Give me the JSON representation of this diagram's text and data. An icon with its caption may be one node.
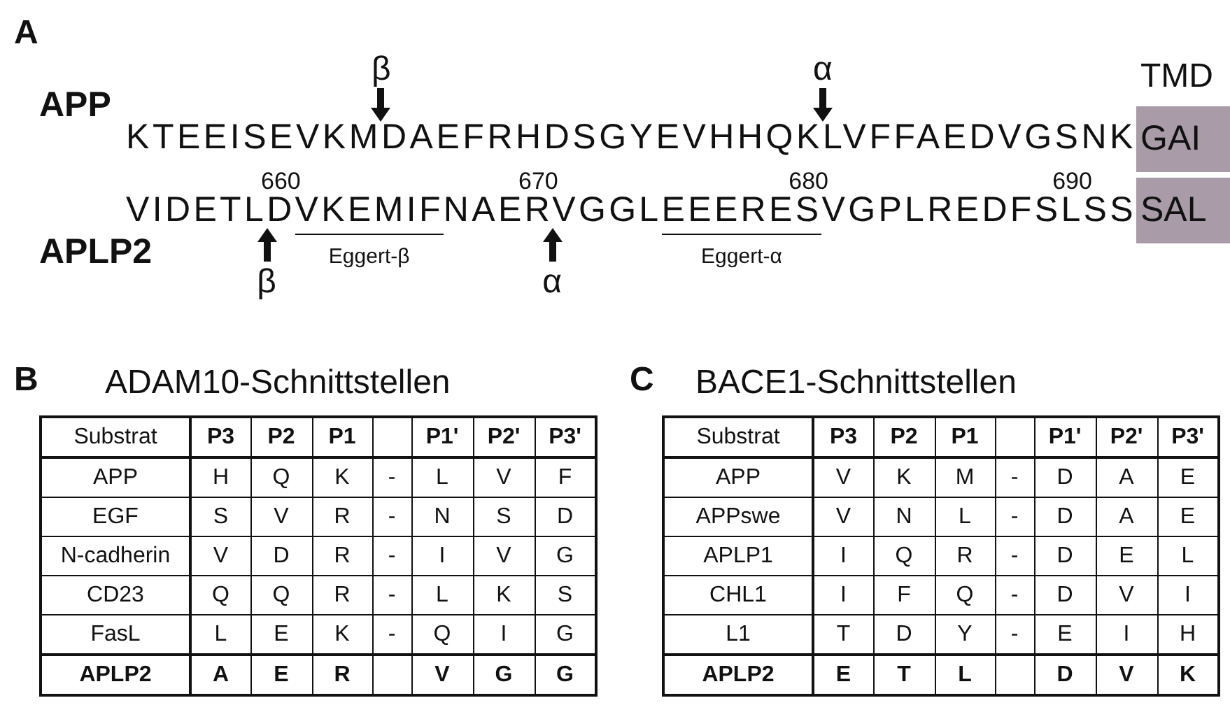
{
  "diagram": {
    "nodes": [
      {
        "text": [
          "TMD",
          "GAI"
        ]
      },
      {
        "text": [
          "SAL"
        ]
      }
    ],
    "labels": [
      "A",
      "β",
      "α",
      "APP",
      "KTEEISEVKMDAEFRHDSGYEVHHQKLVFFAEDVGSNK",
      "660",
      "670",
      "680",
      "690",
      "VIDETLDVKEMIFNAERVGGLEEERESVGPLREDFSLSS",
      "APLP2",
      "Eggert-β",
      "Eggert-α",
      "β",
      "α",
      "B",
      "ADAM10-Schnittstellen",
      "C",
      "BACE1-Schnittstellen",
      "Substrat",
      "P3",
      "P2",
      "P1",
      "P1'",
      "P2'",
      "P3'",
      "APP",
      "H",
      "Q",
      "K",
      "-",
      "L",
      "V",
      "F",
      "EGF",
      "S",
      "V",
      "R",
      "-",
      "N",
      "S",
      "D",
      "N-cadherin",
      "V",
      "D",
      "R",
      "-",
      "I",
      "V",
      "G",
      "CD23",
      "Q",
      "Q",
      "R",
      "-",
      "L",
      "K",
      "S",
      "FasL",
      "L",
      "E",
      "K",
      "-",
      "Q",
      "I",
      "G",
      "APLP2",
      "A",
      "E",
      "R",
      "V",
      "G",
      "G",
      "Substrat",
      "P3",
      "P2",
      "P1",
      "P1'",
      "P2'",
      "P3'",
      "APP",
      "V",
      "K",
      "M",
      "-",
      "D",
      "A",
      "E",
      "APPswe",
      "V",
      "N",
      "L",
      "-",
      "D",
      "A",
      "E",
      "APLP1",
      "I",
      "Q",
      "R",
      "-",
      "D",
      "E",
      "L",
      "CHL1",
      "I",
      "F",
      "Q",
      "-",
      "D",
      "V",
      "I",
      "L1",
      "T",
      "D",
      "Y",
      "-",
      "E",
      "I",
      "H",
      "APLP2",
      "E",
      "T",
      "L",
      "D",
      "V",
      "K"
    ]
  }
}
